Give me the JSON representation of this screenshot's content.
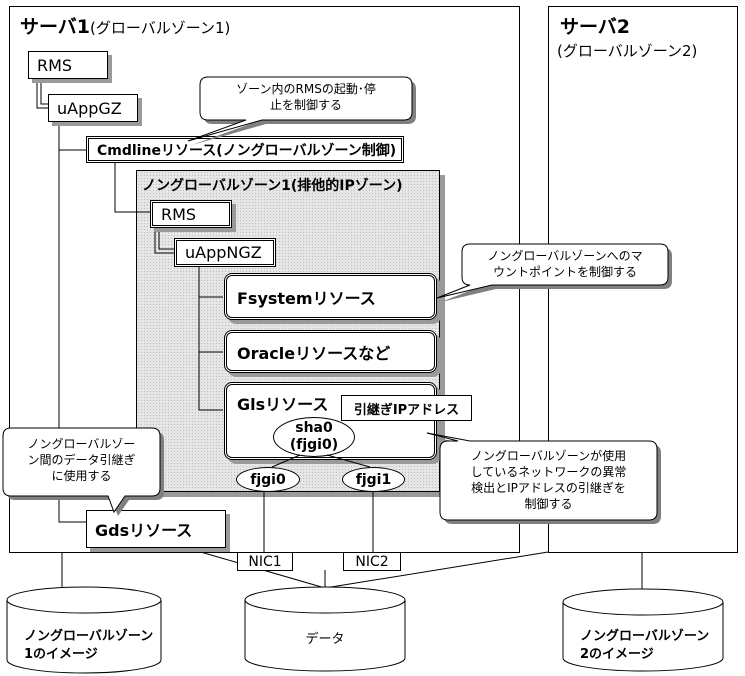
{
  "server1": {
    "title": "サーバ1",
    "subtitle": "(グローバルゾーン1)"
  },
  "server2": {
    "title": "サーバ2",
    "subtitle": "(グローバルゾーン2)"
  },
  "global_zone": {
    "rms": "RMS",
    "uappgz": "uAppGZ",
    "cmdline": "Cmdlineリソース(ノングローバルゾーン制御)",
    "gds": "Gdsリソース"
  },
  "ngz": {
    "title": "ノングローバルゾーン1(排他的IPゾーン)",
    "rms": "RMS",
    "uappngz": "uAppNGZ",
    "fsystem": "Fsystemリソース",
    "oracle": "Oracleリソースなど",
    "gls": "Glsリソース",
    "ip_takeover": "引継ぎIPアドレス",
    "sha0_line1": "sha0",
    "sha0_line2": "(fjgi0)",
    "fjgi0": "fjgi0",
    "fjgi1": "fjgi1"
  },
  "nics": {
    "nic1": "NIC1",
    "nic2": "NIC2"
  },
  "callouts": {
    "rms_control": [
      "ゾーン内のRMSの起動･停",
      "止を制御する"
    ],
    "mount_point": [
      "ノングローバルゾーンへのマ",
      "ウントポイントを制御する"
    ],
    "network": [
      "ノングローバルゾーンが使用",
      "しているネットワークの異常",
      "検出とIPアドレスの引継ぎを",
      "制御する"
    ],
    "data_takeover": [
      "ノングローバルゾー",
      "ン間のデータ引継ぎ",
      "に使用する"
    ]
  },
  "disks": {
    "image1": [
      "ノングローバルゾーン",
      "1のイメージ"
    ],
    "data": "データ",
    "image2": [
      "ノングローバルゾーン",
      "2のイメージ"
    ]
  }
}
